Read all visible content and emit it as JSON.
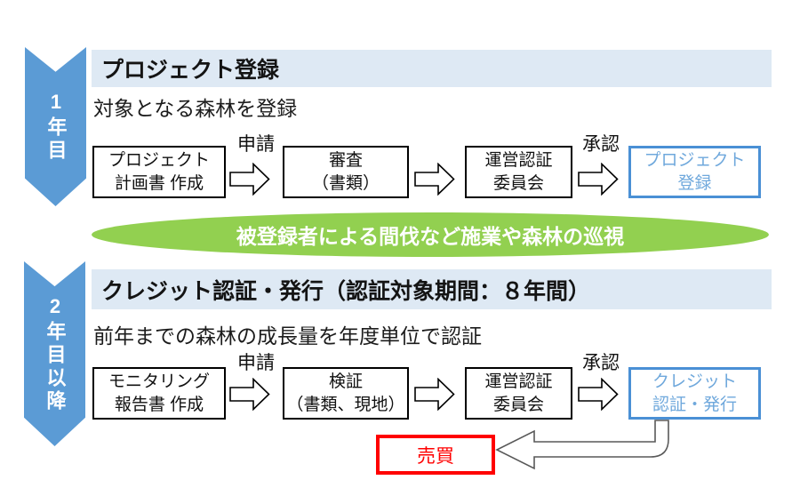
{
  "palette": {
    "timeline_blue": "#5B9BD5",
    "header_bg": "#DEE9F4",
    "result_border_blue": "#4A90D5",
    "result_text_blue": "#6FA8DC",
    "banner_green": "#92D050",
    "trade_red": "#FF0000",
    "bent_arrow_outline": "#595959",
    "box_border": "#000000"
  },
  "timeline": [
    {
      "label": "1年目"
    },
    {
      "label": "2年目以降"
    }
  ],
  "sections": [
    {
      "title": "プロジェクト登録",
      "subtitle": "対象となる森林を登録",
      "apply_label": "申請",
      "approve_label": "承認",
      "steps": [
        {
          "line1": "プロジェクト",
          "line2": "計画書 作成"
        },
        {
          "line1": "審査",
          "line2": "（書類）"
        },
        {
          "line1": "運営認証",
          "line2": "委員会"
        },
        {
          "line1": "プロジェクト",
          "line2": "登録"
        }
      ]
    },
    {
      "title": "クレジット認証・発行（認証対象期間：８年間）",
      "subtitle": "前年までの森林の成長量を年度単位で認証",
      "apply_label": "申請",
      "approve_label": "承認",
      "steps": [
        {
          "line1": "モニタリング",
          "line2": "報告書 作成"
        },
        {
          "line1": "検証",
          "line2": "（書類、現地）"
        },
        {
          "line1": "運営認証",
          "line2": "委員会"
        },
        {
          "line1": "クレジット",
          "line2": "認証・発行"
        }
      ]
    }
  ],
  "banner": {
    "text": "被登録者による間伐など施業や森林の巡視"
  },
  "trade": {
    "label": "売買"
  }
}
